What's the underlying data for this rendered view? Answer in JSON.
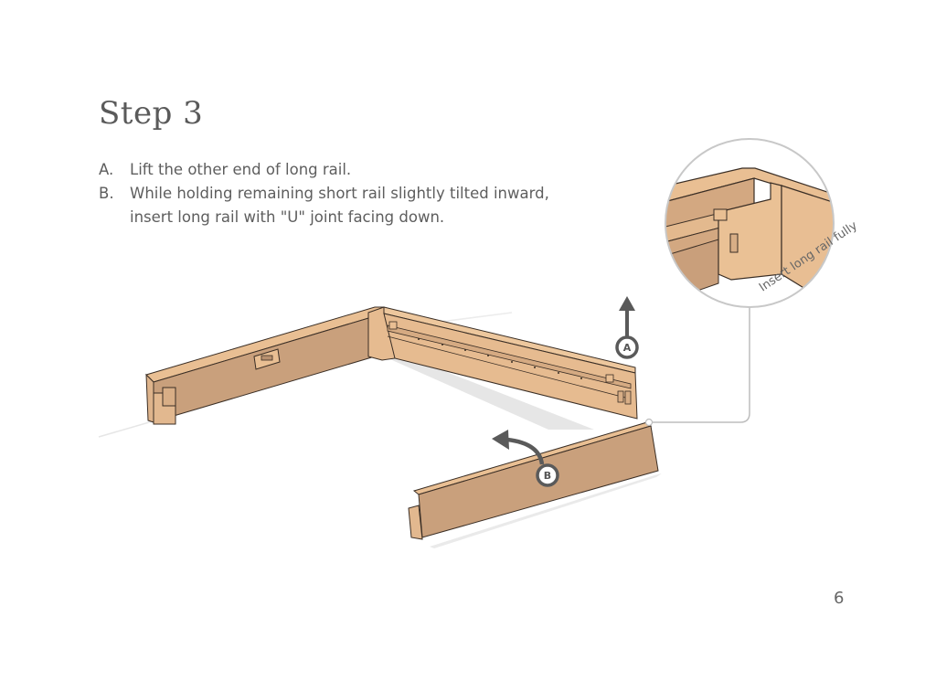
{
  "page": {
    "title": "Step 3",
    "page_number": "6"
  },
  "steps": [
    {
      "letter": "A.",
      "text": "Lift the other end of long rail."
    },
    {
      "letter": "B.",
      "text": "While holding remaining short rail slightly tilted inward, insert long rail with \"U\" joint facing down."
    }
  ],
  "illustration": {
    "callout_label": "Insert long rail fully",
    "badges": [
      {
        "label": "A",
        "meaning": "lift-arrow"
      },
      {
        "label": "B",
        "meaning": "tilt-arrow"
      }
    ],
    "colors": {
      "wood_light": "#e9bf93",
      "wood_face": "#d4a782",
      "wood_dark": "#c49b78",
      "outline": "#3a2e25",
      "arrow": "#5a5a5a",
      "callout_line": "#bdbdbd"
    }
  }
}
